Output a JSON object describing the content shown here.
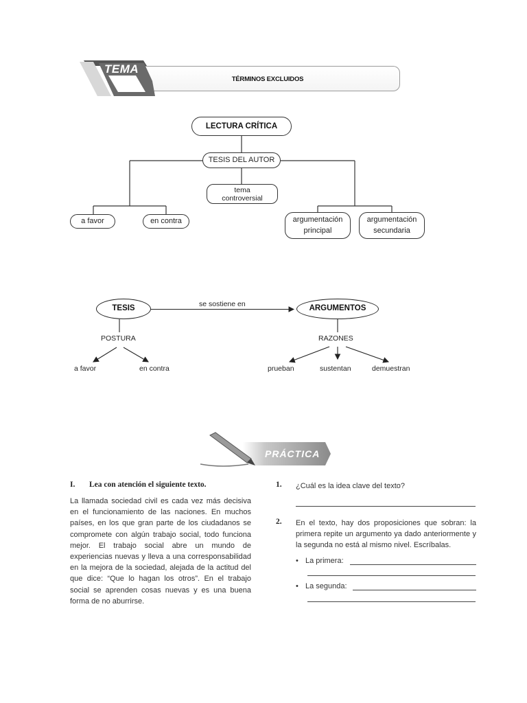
{
  "header": {
    "tema_label": "TEMA",
    "title": "TÉRMINOS EXCLUIDOS"
  },
  "concept_map": {
    "root": "LECTURA CRÍTICA",
    "thesis": "TESIS DEL AUTOR",
    "topic_line1": "tema",
    "topic_line2": "controversial",
    "for": "a favor",
    "against": "en contra",
    "arg_main_line1": "argumentación",
    "arg_main_line2": "principal",
    "arg_sec_line1": "argumentación",
    "arg_sec_line2": "secundaria"
  },
  "relation_map": {
    "thesis": "TESIS",
    "arrow_label": "se sostiene en",
    "arguments": "ARGUMENTOS",
    "posture": "POSTURA",
    "reasons": "RAZONES",
    "for": "a favor",
    "against": "en contra",
    "prove": "prueban",
    "support": "sustentan",
    "show": "demuestran"
  },
  "practice": {
    "banner": "PRÁCTICA",
    "section_number": "I.",
    "section_heading": "Lea con atención el siguiente texto.",
    "paragraph": "La llamada sociedad civil es cada vez más decisiva en el funcionamiento de las naciones. En muchos países, en los que gran parte de los ciudadanos se compromete con algún trabajo social, todo funciona mejor. El trabajo social abre un mundo de experiencias nuevas y lleva a una corresponsabilidad en la mejora de la sociedad, alejada de la actitud del que dice: “Que lo hagan los otros”. En el trabajo social se aprenden cosas nuevas y es una buena forma de no aburrirse.",
    "questions": [
      {
        "number": "1.",
        "text": "¿Cuál es la idea clave del texto?"
      },
      {
        "number": "2.",
        "text": "En el texto, hay dos proposiciones que sobran: la primera repite un argumento ya dado anteriormente y la segunda no está al mismo nivel. Escríbalas."
      }
    ],
    "bullets": [
      {
        "symbol": "•",
        "label": "La primera:"
      },
      {
        "symbol": "•",
        "label": "La segunda:"
      }
    ]
  }
}
